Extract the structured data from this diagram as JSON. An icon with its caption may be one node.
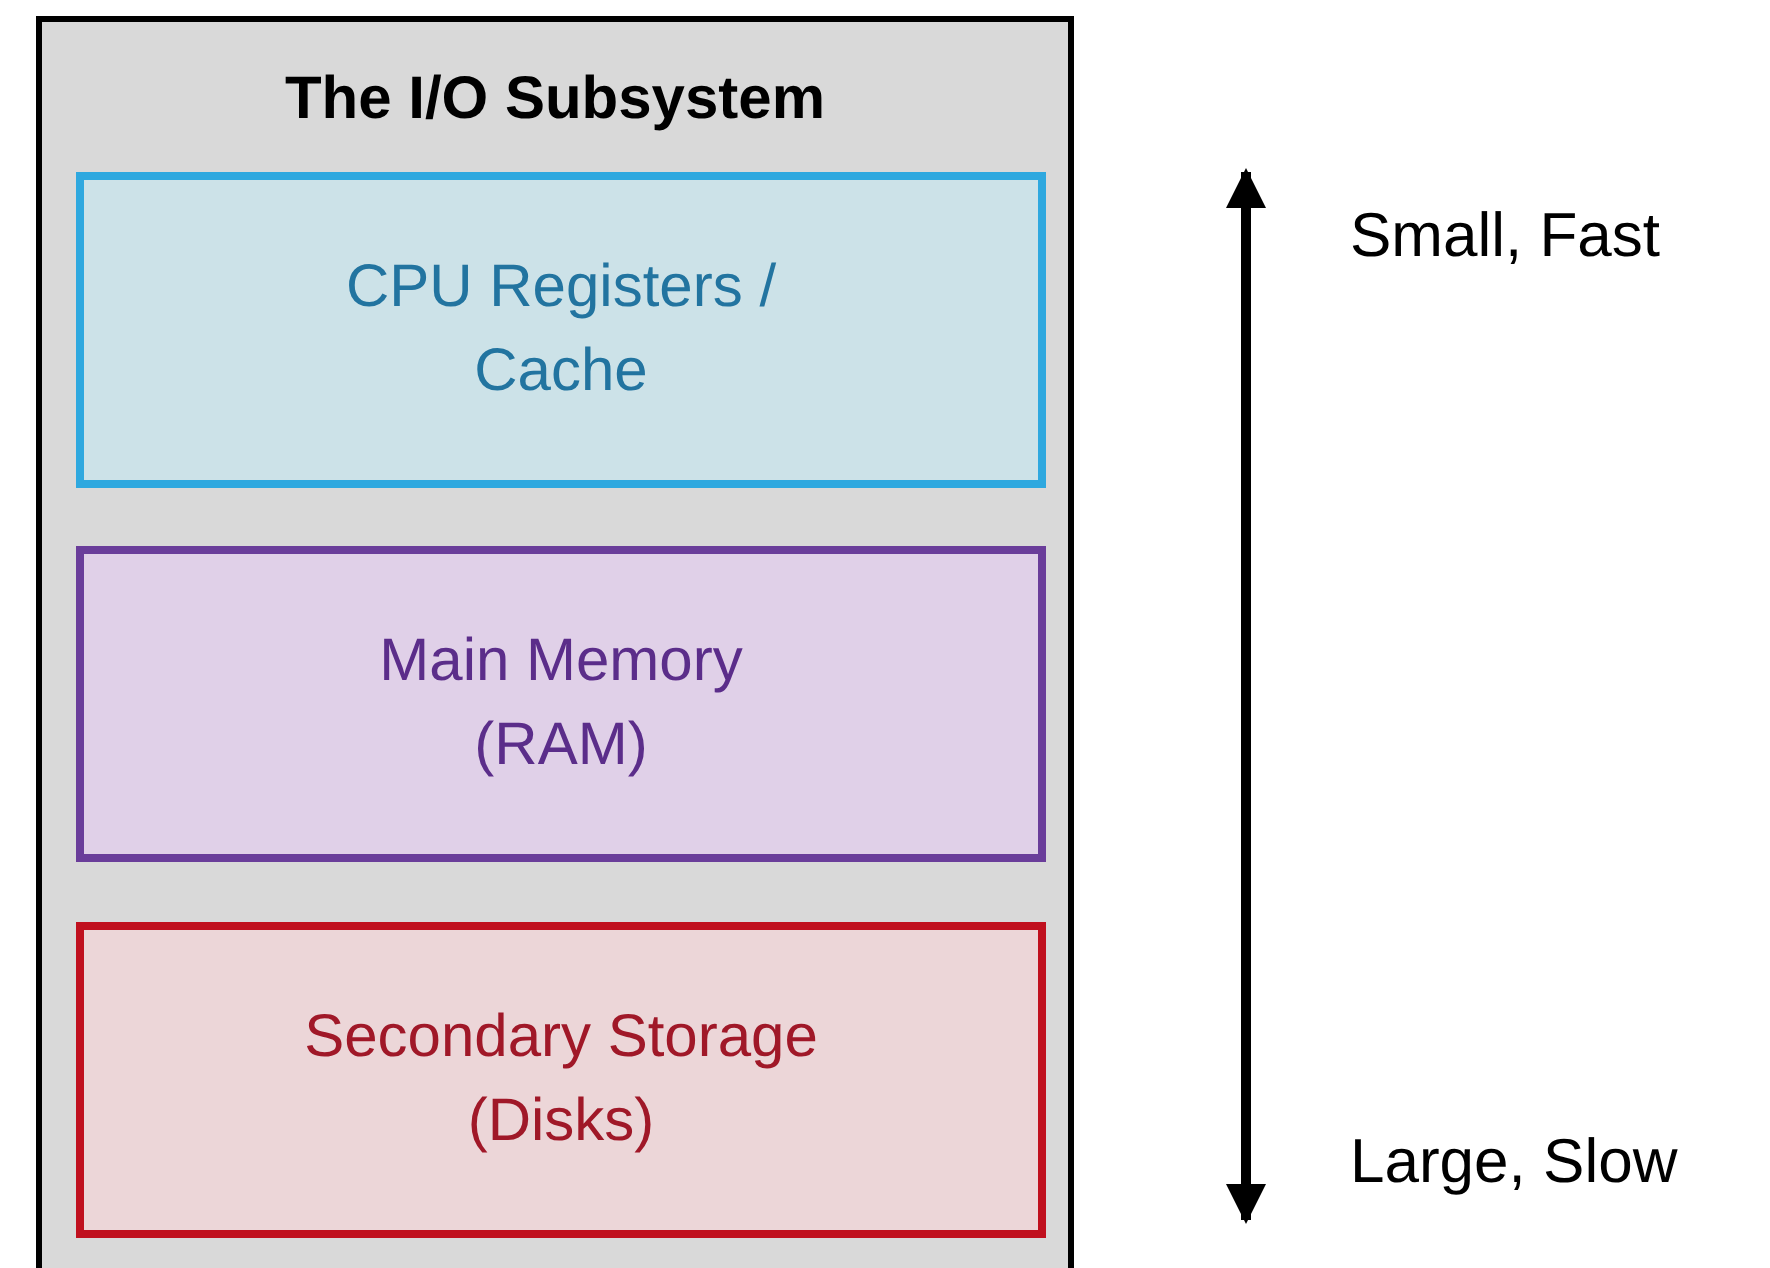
{
  "diagram": {
    "nodes": [
      {
        "text": [
          "The I/O Subsystem"
        ]
      },
      {
        "text": [
          "CPU Registers / Cache"
        ],
        "in": 0
      },
      {
        "text": [
          "Main Memory (RAM)"
        ],
        "in": 0
      },
      {
        "text": [
          "Secondary Storage (Disks)"
        ],
        "in": 0
      }
    ],
    "labels": [
      "Small, Fast",
      "Large, Slow"
    ]
  }
}
